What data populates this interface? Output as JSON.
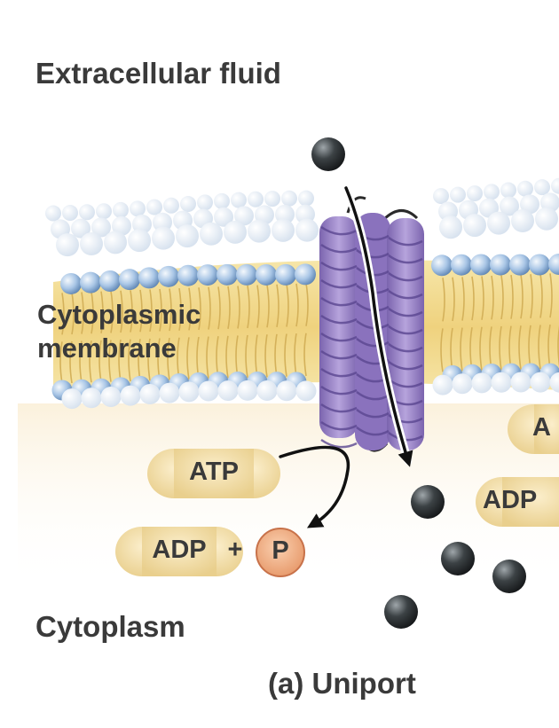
{
  "labels": {
    "extracellular": "Extracellular fluid",
    "membrane_line1": "Cytoplasmic",
    "membrane_line2": "membrane",
    "cytoplasm": "Cytoplasm",
    "caption": "(a) Uniport"
  },
  "molecules": {
    "atp": "ATP",
    "adp": "ADP",
    "plus": "+",
    "phosphate": "P",
    "right_adp": "ADP",
    "right_atp_partial": "A"
  },
  "colors": {
    "head": "#a9c6e6",
    "tail": "#f1d989",
    "protein": "#9a83c6",
    "protein_dark": "#6c559e",
    "pill": "#f2deaa",
    "phosphate": "#f2b48a",
    "solute": "#333638"
  }
}
